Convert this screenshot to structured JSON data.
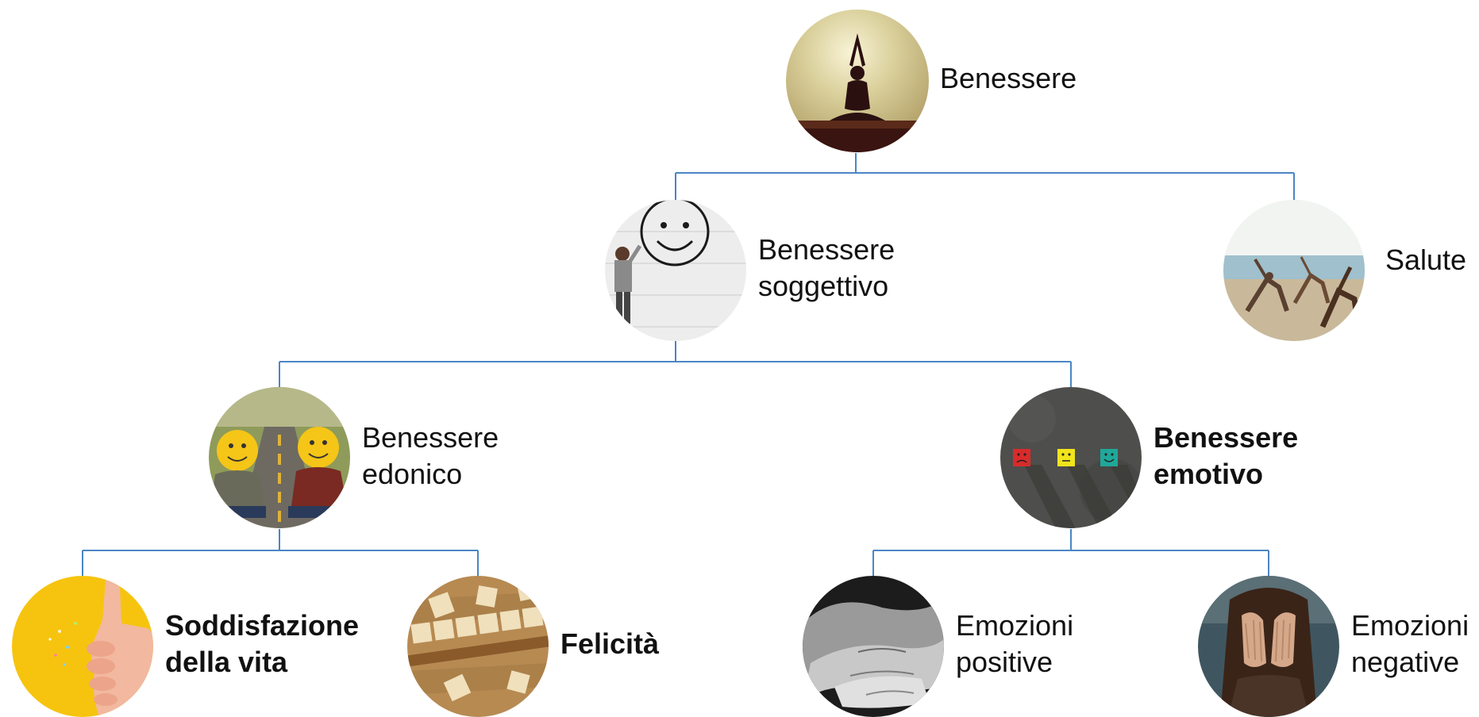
{
  "colors": {
    "connector": "#4a86c5",
    "text": "#111111"
  },
  "nodes": {
    "benessere": {
      "lines": [
        "Benessere"
      ],
      "bold": false,
      "icon": "meditation-silhouette-photo"
    },
    "soggettivo": {
      "lines": [
        "Benessere",
        "soggettivo"
      ],
      "bold": false,
      "icon": "smiley-wall-drawing-photo"
    },
    "salute": {
      "lines": [
        "Salute"
      ],
      "bold": false,
      "icon": "yoga-group-beach-photo"
    },
    "edonico": {
      "lines": [
        "Benessere",
        "edonico"
      ],
      "bold": false,
      "icon": "smiley-faces-road-photo"
    },
    "emotivo": {
      "lines": [
        "Benessere",
        "emotivo"
      ],
      "bold": true,
      "icon": "emotion-cubes-photo"
    },
    "soddisfazione": {
      "lines": [
        "Soddisfazione",
        "della vita"
      ],
      "bold": true,
      "icon": "thumbs-up-photo"
    },
    "felicita": {
      "lines": [
        "Felicità"
      ],
      "bold": true,
      "icon": "scrabble-happiness-photo"
    },
    "positive": {
      "lines": [
        "Emozioni",
        "positive"
      ],
      "bold": false,
      "icon": "holding-hands-photo"
    },
    "negative": {
      "lines": [
        "Emozioni",
        "negative"
      ],
      "bold": false,
      "icon": "face-in-hands-photo"
    }
  }
}
